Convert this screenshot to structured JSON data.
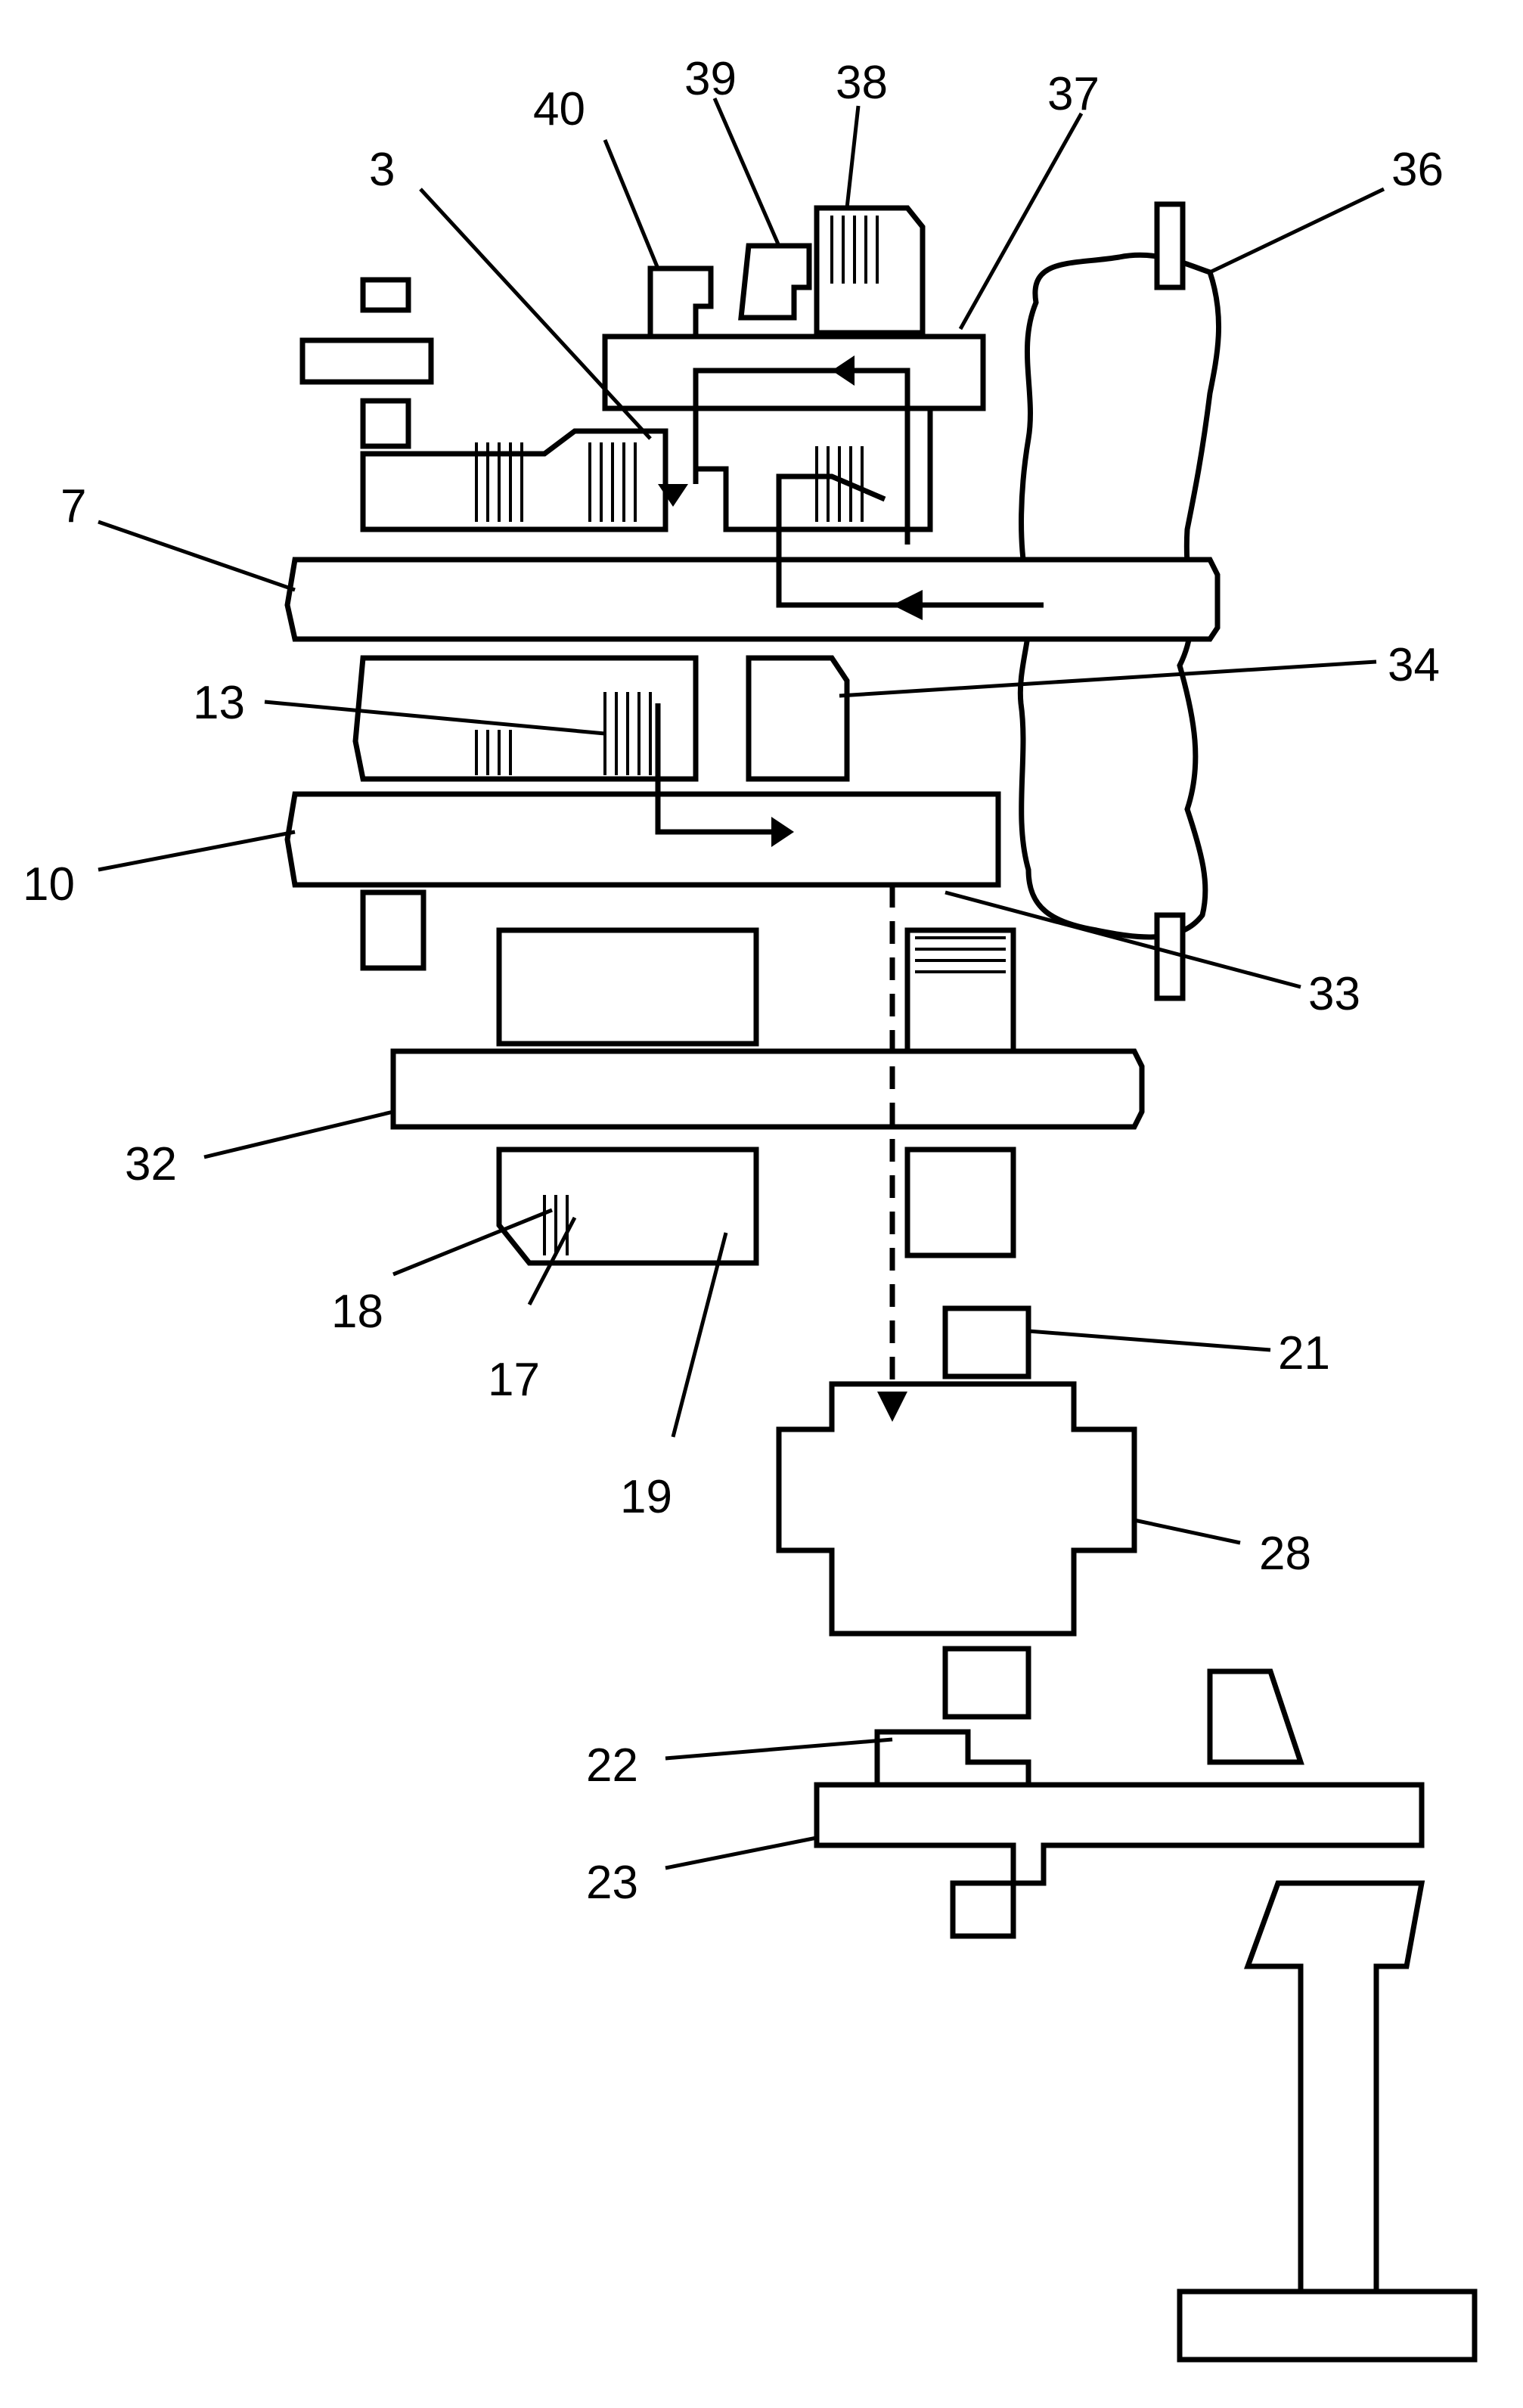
{
  "diagram": {
    "callouts": [
      {
        "id": "c3",
        "text": "3"
      },
      {
        "id": "c7",
        "text": "7"
      },
      {
        "id": "c10",
        "text": "10"
      },
      {
        "id": "c13",
        "text": "13"
      },
      {
        "id": "c17",
        "text": "17"
      },
      {
        "id": "c18",
        "text": "18"
      },
      {
        "id": "c19",
        "text": "19"
      },
      {
        "id": "c21",
        "text": "21"
      },
      {
        "id": "c22",
        "text": "22"
      },
      {
        "id": "c23",
        "text": "23"
      },
      {
        "id": "c28",
        "text": "28"
      },
      {
        "id": "c32",
        "text": "32"
      },
      {
        "id": "c33",
        "text": "33"
      },
      {
        "id": "c34",
        "text": "34"
      },
      {
        "id": "c36",
        "text": "36"
      },
      {
        "id": "c37",
        "text": "37"
      },
      {
        "id": "c38",
        "text": "38"
      },
      {
        "id": "c39",
        "text": "39"
      },
      {
        "id": "c40",
        "text": "40"
      }
    ]
  }
}
